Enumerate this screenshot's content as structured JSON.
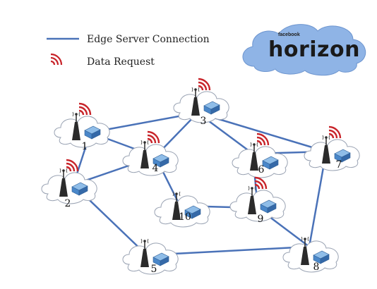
{
  "legend": {
    "connection_label": "Edge Server Connection",
    "request_label": "Data Request"
  },
  "brand": {
    "small": "facebook",
    "big": "horizon",
    "cloud_color": "#8fb4e6"
  },
  "colors": {
    "line": "#4a72b8",
    "signal": "#c8242a",
    "cloud_fill": "#ffffff",
    "cloud_stroke": "#9aa3b3",
    "tower": "#2b2b2b",
    "server": "#4a87c9"
  },
  "nodes": [
    {
      "id": "1",
      "label": "1",
      "request": true
    },
    {
      "id": "2",
      "label": "2",
      "request": true
    },
    {
      "id": "3",
      "label": "3",
      "request": true
    },
    {
      "id": "4",
      "label": "4",
      "request": true
    },
    {
      "id": "5",
      "label": "5",
      "request": false
    },
    {
      "id": "6",
      "label": "6",
      "request": true
    },
    {
      "id": "7",
      "label": "7",
      "request": true
    },
    {
      "id": "8",
      "label": "8",
      "request": false
    },
    {
      "id": "9",
      "label": "9",
      "request": true
    },
    {
      "id": "10",
      "label": "10",
      "request": false
    }
  ],
  "edges": [
    [
      "1",
      "3"
    ],
    [
      "1",
      "4"
    ],
    [
      "1",
      "2"
    ],
    [
      "2",
      "4"
    ],
    [
      "3",
      "4"
    ],
    [
      "3",
      "6"
    ],
    [
      "3",
      "7"
    ],
    [
      "6",
      "7"
    ],
    [
      "4",
      "10"
    ],
    [
      "10",
      "9"
    ],
    [
      "6",
      "9"
    ],
    [
      "2",
      "5"
    ],
    [
      "5",
      "8"
    ],
    [
      "9",
      "8"
    ],
    [
      "7",
      "8"
    ]
  ]
}
